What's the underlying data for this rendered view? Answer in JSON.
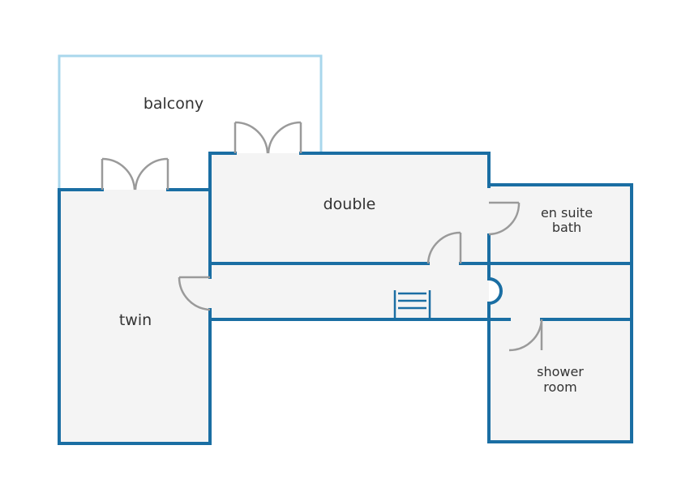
{
  "floorplan": {
    "colors": {
      "wall": "#1a6ea3",
      "balcony_outline": "#a9d7ec",
      "floor": "#f4f4f4",
      "door": "#9a9a9a",
      "label": "#333333",
      "background": "#ffffff"
    },
    "rooms": {
      "balcony": {
        "label": "balcony"
      },
      "double": {
        "label": "double"
      },
      "twin": {
        "label": "twin"
      },
      "en_suite_bath": {
        "label_line1": "en suite",
        "label_line2": "bath"
      },
      "shower_room": {
        "label_line1": "shower",
        "label_line2": "room"
      }
    },
    "features": [
      "hallway",
      "staircase",
      "double-door-twin-to-balcony",
      "double-door-double-to-balcony"
    ]
  }
}
